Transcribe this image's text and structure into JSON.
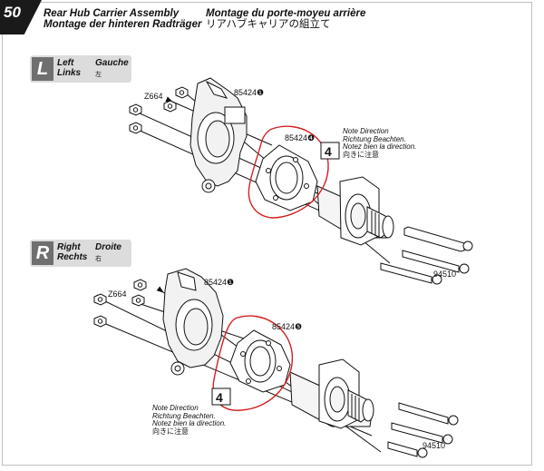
{
  "step": {
    "number": "50"
  },
  "titles": {
    "en": "Rear Hub Carrier Assembly",
    "de": "Montage der hinteren Radträger",
    "fr": "Montage du porte-moyeu arrière",
    "jp": "リアハブキャリアの組立て"
  },
  "left_section": {
    "letter": "L",
    "label_en": "Left",
    "label_de": "Links",
    "label_fr": "Gauche",
    "label_jp": "左",
    "parts": {
      "part_a": "85424",
      "part_a_circle": "❶",
      "part_b": "85424",
      "part_b_circle": "❹",
      "nut": "Z664",
      "screw": "94510"
    },
    "quantity_box": "4",
    "note": {
      "en": "Note Direction",
      "de": "Richtung Beachten.",
      "fr": "Notez bien la direction.",
      "jp": "向きに注意"
    }
  },
  "right_section": {
    "letter": "R",
    "label_en": "Right",
    "label_de": "Rechts",
    "label_fr": "Droite",
    "label_jp": "右",
    "parts": {
      "part_a": "85424",
      "part_a_circle": "❶",
      "part_b": "85424",
      "part_b_circle": "❺",
      "nut": "Z664",
      "screw": "94510"
    },
    "quantity_box": "4",
    "note": {
      "en": "Note Direction",
      "de": "Richtung Beachten.",
      "fr": "Notez bien la direction.",
      "jp": "向きに注意"
    }
  },
  "colors": {
    "highlight": "#d42020",
    "step_tab": "#1a1a1a",
    "badge_bg": "#dcdcdc",
    "badge_letter_bg": "#6f6f6f"
  }
}
